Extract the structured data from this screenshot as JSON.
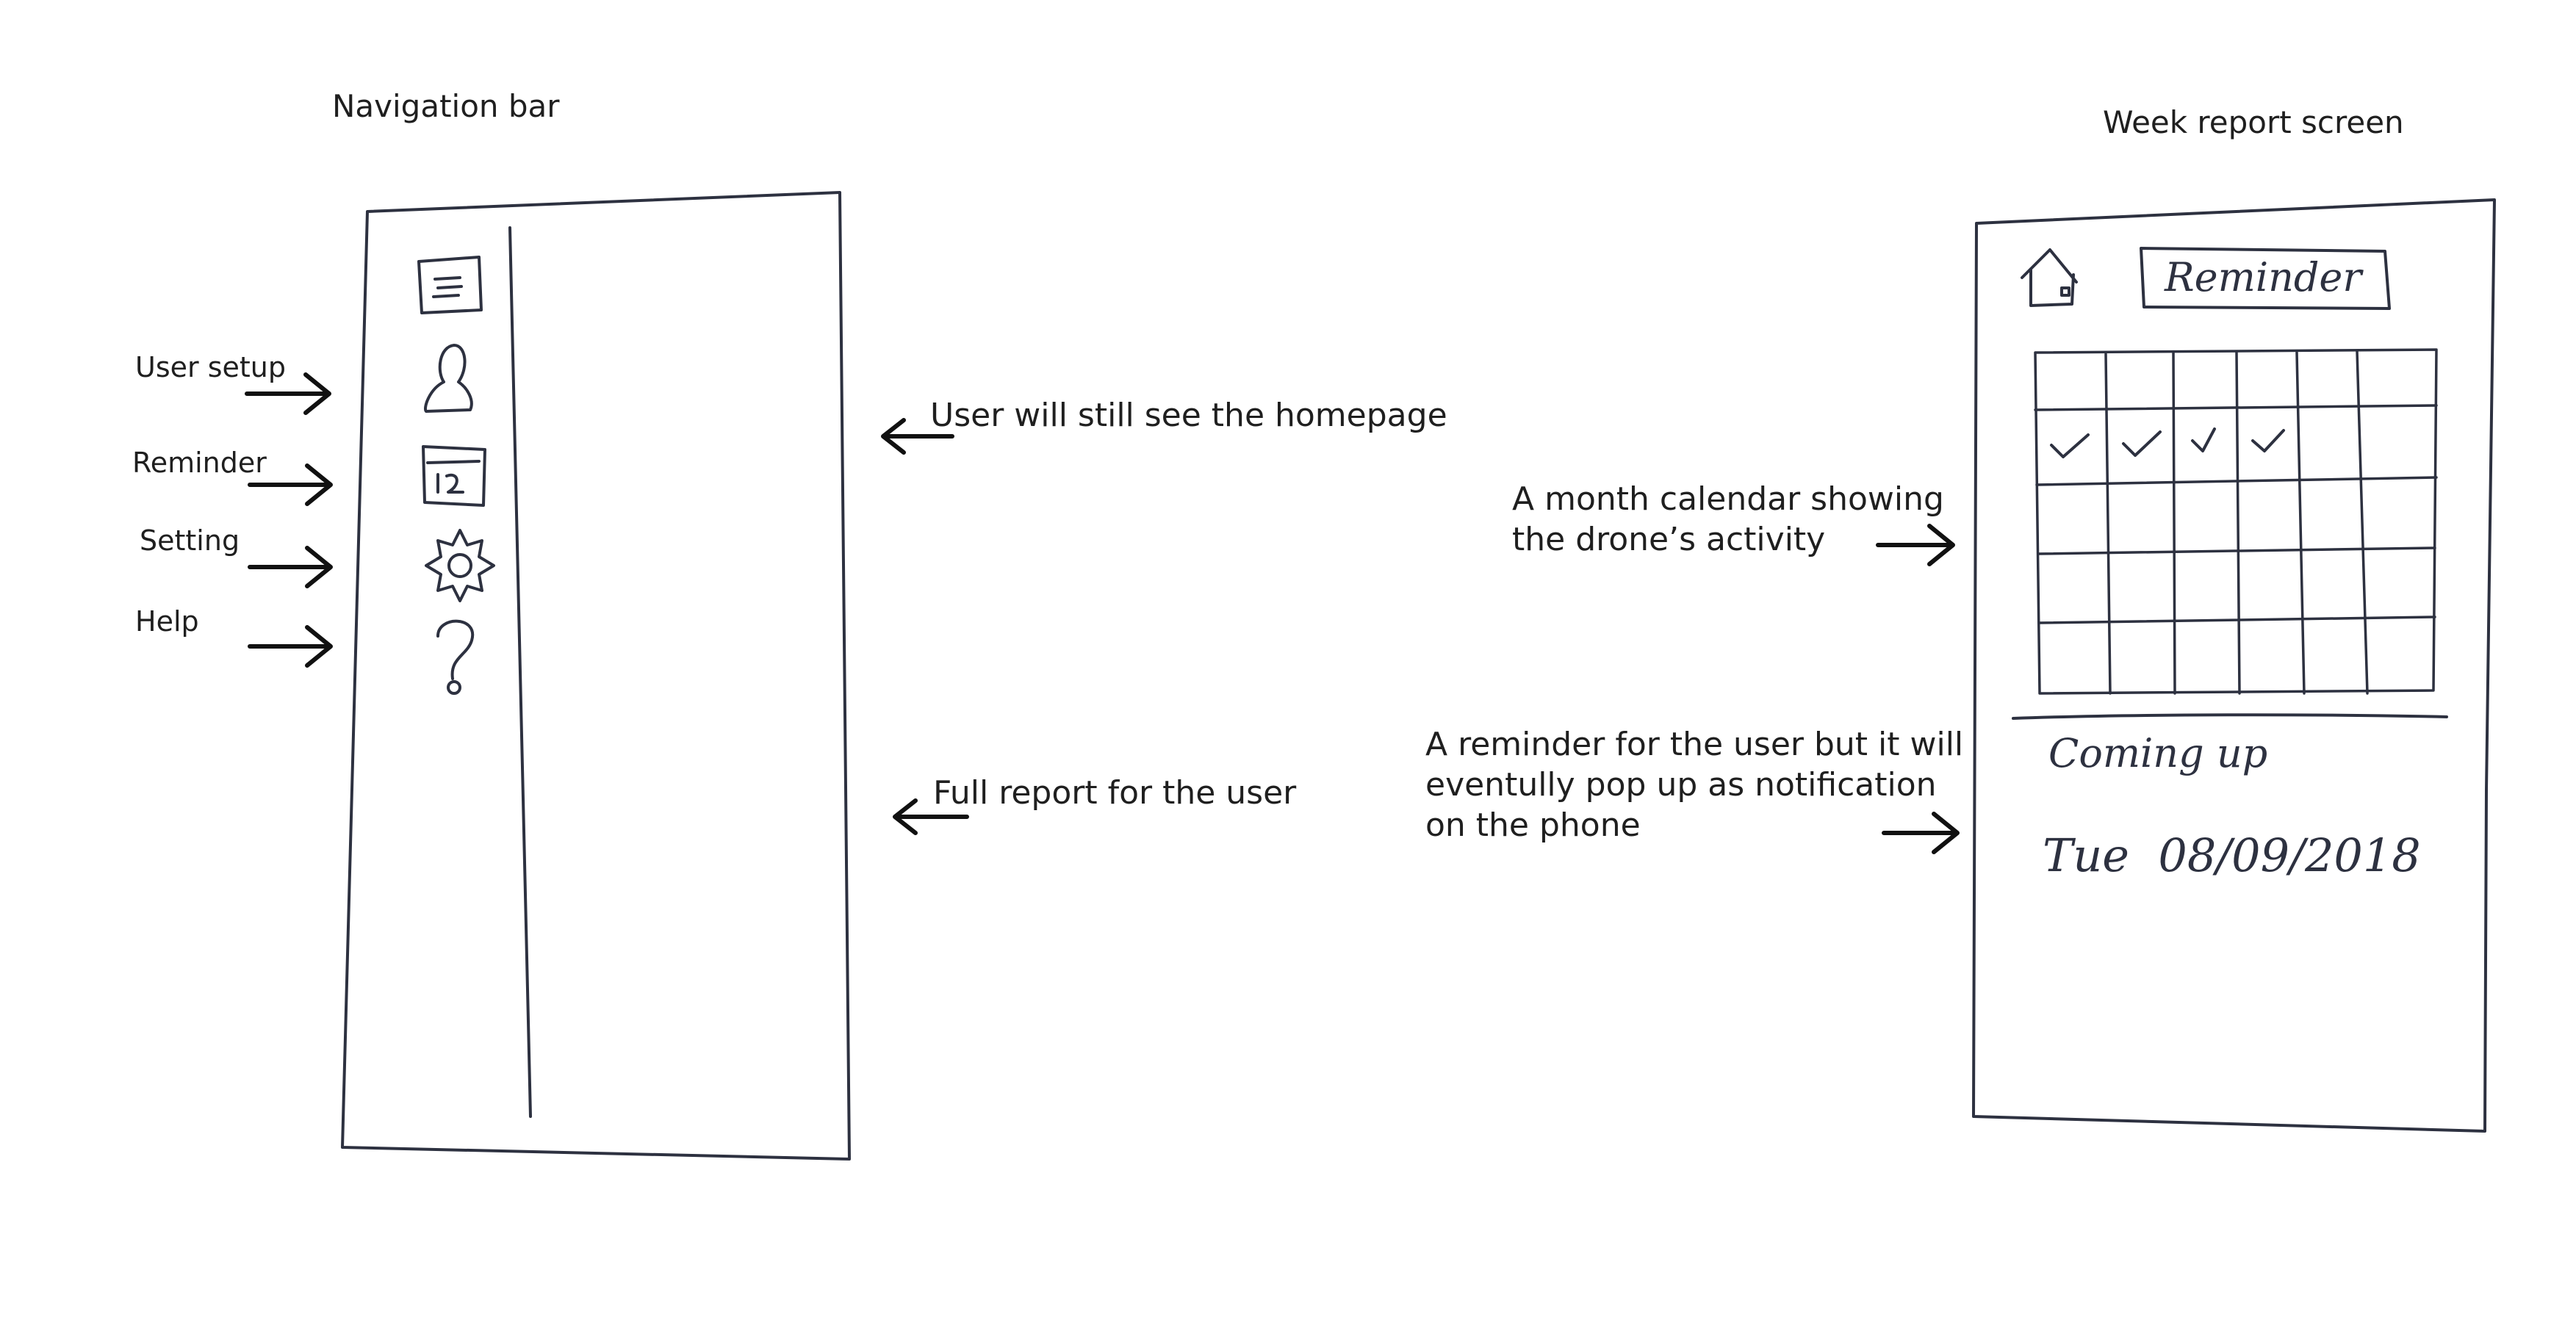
{
  "titles": {
    "navigation_bar": "Navigation bar",
    "week_report_screen": "Week report screen"
  },
  "nav_labels": [
    {
      "label": "User setup"
    },
    {
      "label": "Reminder"
    },
    {
      "label": "Setting"
    },
    {
      "label": "Help"
    }
  ],
  "annotations": {
    "homepage_note": "User will still see the homepage",
    "report_note": "Full report for the user",
    "calendar_note": [
      "A month calendar showing",
      "the drone’s activity"
    ],
    "reminder_note": [
      "A reminder for the user but it will",
      "eventully pop up as notification",
      "on the phone"
    ]
  },
  "week_screen": {
    "reminder_button": "Reminder",
    "coming_up": "Coming up",
    "next_date": "Tue  08/09/2018",
    "calendar_checked_days": 4
  },
  "icons": [
    "menu-icon",
    "user-icon",
    "calendar-icon",
    "gear-icon",
    "help-icon",
    "home-icon",
    "checkmark-icon",
    "arrow-icon"
  ],
  "colors": {
    "ink": "#2d3140",
    "text": "#1f1f1f",
    "paper": "#ffffff"
  }
}
